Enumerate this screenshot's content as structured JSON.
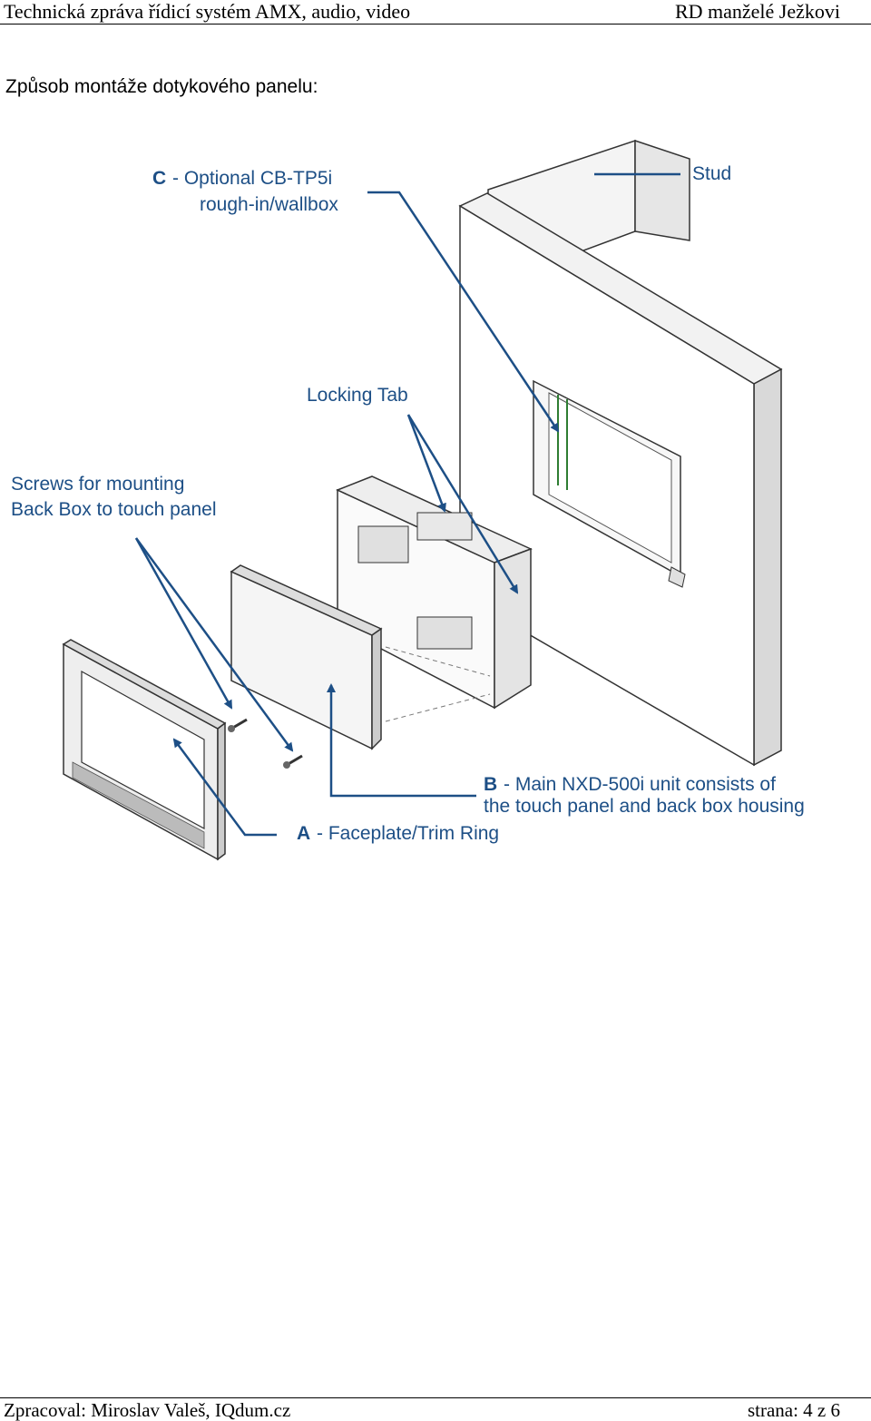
{
  "header": {
    "left": "Technická zpráva řídicí systém AMX, audio, video",
    "right": "RD manželé Ježkovi"
  },
  "section_title": "Způsob montáže dotykového panelu:",
  "figure": {
    "labels": {
      "c_letter": "C",
      "c_line1": "- Optional CB-TP5i",
      "c_line2": "rough-in/wallbox",
      "stud": "Stud",
      "locking_tab": "Locking Tab",
      "screws_line1": "Screws for mounting",
      "screws_line2": "Back Box to touch panel",
      "b_letter": "B",
      "b_line1": "- Main NXD-500i unit consists of",
      "b_line2": "the touch panel and back box housing",
      "a_letter": "A",
      "a_line1": "- Faceplate/Trim Ring"
    },
    "colors": {
      "callout": "#1d4f86",
      "outline": "#333333"
    }
  },
  "footer": {
    "left": "Zpracoval: Miroslav Valeš, IQdum.cz",
    "right": "strana: 4 z 6"
  }
}
